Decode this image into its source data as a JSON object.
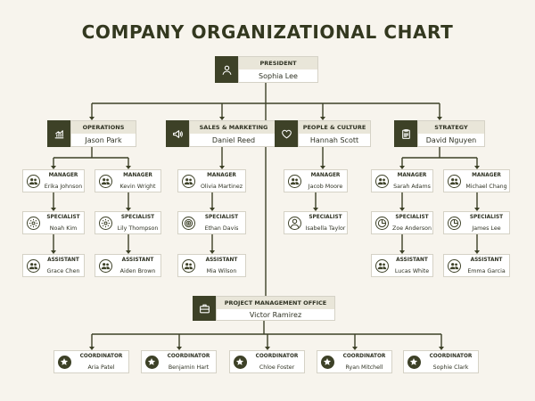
{
  "title": "COMPANY ORGANIZATIONAL CHART",
  "colors": {
    "primary": "#3d4127",
    "header": "#e9e6d9",
    "background": "#f7f4ed",
    "border": "#d5d2c6"
  },
  "president": {
    "role": "PRESIDENT",
    "name": "Sophia Lee",
    "icon": "user-icon"
  },
  "departments": [
    {
      "role": "OPERATIONS",
      "name": "Jason Park",
      "icon": "chart-icon",
      "teams": [
        [
          {
            "role": "MANAGER",
            "name": "Erika Johnson",
            "icon": "users-icon"
          },
          {
            "role": "SPECIALIST",
            "name": "Noah Kim",
            "icon": "gear-icon"
          },
          {
            "role": "ASSISTANT",
            "name": "Grace Chen",
            "icon": "users-icon"
          }
        ],
        [
          {
            "role": "MANAGER",
            "name": "Kevin Wright",
            "icon": "users-icon"
          },
          {
            "role": "SPECIALIST",
            "name": "Lily Thompson",
            "icon": "gear-icon"
          },
          {
            "role": "ASSISTANT",
            "name": "Aiden Brown",
            "icon": "users-icon"
          }
        ]
      ]
    },
    {
      "role": "SALES & MARKETING",
      "name": "Daniel Reed",
      "icon": "megaphone-icon",
      "teams": [
        [
          {
            "role": "MANAGER",
            "name": "Olivia Martinez",
            "icon": "users-icon"
          },
          {
            "role": "SPECIALIST",
            "name": "Ethan Davis",
            "icon": "target-icon"
          },
          {
            "role": "ASSISTANT",
            "name": "Mia Wilson",
            "icon": "users-icon"
          }
        ]
      ]
    },
    {
      "role": "PEOPLE & CULTURE",
      "name": "Hannah Scott",
      "icon": "heart-icon",
      "teams": [
        [
          {
            "role": "MANAGER",
            "name": "Jacob Moore",
            "icon": "users-icon"
          },
          {
            "role": "SPECIALIST",
            "name": "Isabella Taylor",
            "icon": "user-icon"
          }
        ]
      ]
    },
    {
      "role": "STRATEGY",
      "name": "David Nguyen",
      "icon": "clipboard-icon",
      "teams": [
        [
          {
            "role": "MANAGER",
            "name": "Sarah Adams",
            "icon": "users-icon"
          },
          {
            "role": "SPECIALIST",
            "name": "Zoe Anderson",
            "icon": "pie-icon"
          },
          {
            "role": "ASSISTANT",
            "name": "Lucas White",
            "icon": "users-icon"
          }
        ],
        [
          {
            "role": "MANAGER",
            "name": "Michael Chang",
            "icon": "users-icon"
          },
          {
            "role": "SPECIALIST",
            "name": "James Lee",
            "icon": "pie-icon"
          },
          {
            "role": "ASSISTANT",
            "name": "Emma Garcia",
            "icon": "users-icon"
          }
        ]
      ]
    }
  ],
  "pmo": {
    "role": "PROJECT MANAGEMENT OFFICE",
    "name": "Victor Ramirez",
    "icon": "briefcase-icon",
    "coordinators": [
      {
        "role": "COORDINATOR",
        "name": "Aria Patel",
        "icon": "star-icon"
      },
      {
        "role": "COORDINATOR",
        "name": "Benjamin Hart",
        "icon": "star-icon"
      },
      {
        "role": "COORDINATOR",
        "name": "Chloe Foster",
        "icon": "star-icon"
      },
      {
        "role": "COORDINATOR",
        "name": "Ryan Mitchell",
        "icon": "star-icon"
      },
      {
        "role": "COORDINATOR",
        "name": "Sophie Clark",
        "icon": "star-icon"
      }
    ]
  }
}
